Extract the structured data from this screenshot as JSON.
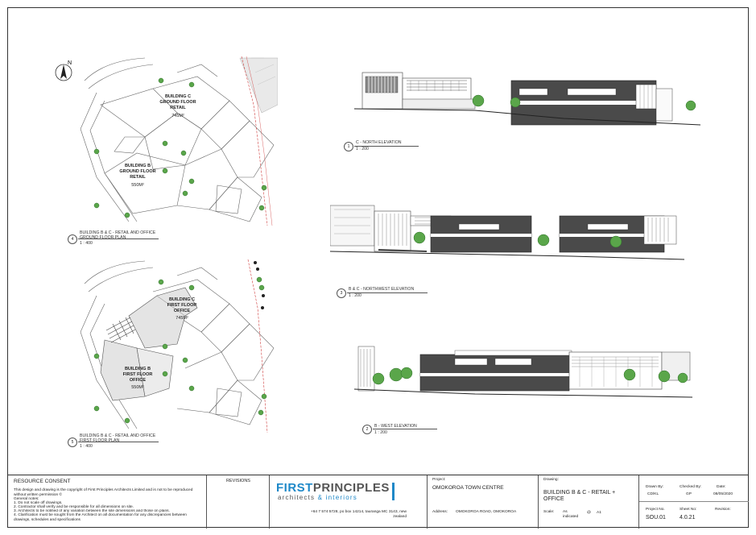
{
  "north_label": "N",
  "plans": [
    {
      "number": "4",
      "title": "BUILDING B & C - RETAIL AND OFFICE",
      "subtitle": "GROUND FLOOR PLAN",
      "scale": "1 : 400",
      "building_c": {
        "name": "BUILDING C",
        "use": "GROUND FLOOR",
        "use2": "RETAIL",
        "area": "745M²"
      },
      "building_b": {
        "name": "BUILDING B",
        "use": "GROUND FLOOR",
        "use2": "RETAIL",
        "area": "550M²"
      }
    },
    {
      "number": "5",
      "title": "BUILDING B & C - RETAIL AND OFFICE",
      "subtitle": "FIRST FLOOR PLAN",
      "scale": "1 : 400",
      "building_c": {
        "name": "BUILDING C",
        "use": "FIRST FLOOR",
        "use2": "OFFICE",
        "area": "745M²"
      },
      "building_b": {
        "name": "BUILDING B",
        "use": "FIRST FLOOR",
        "use2": "OFFICE",
        "area": "550M²"
      }
    }
  ],
  "elevations": [
    {
      "number": "1",
      "title": "C - NORTH ELEVATION",
      "scale": "1 : 200"
    },
    {
      "number": "3",
      "title": "B & C - NORTHWEST ELEVATION",
      "scale": "1 : 200"
    },
    {
      "number": "2",
      "title": "B - WEST ELEVATION",
      "scale": "1 : 200"
    }
  ],
  "title_block": {
    "resource_consent": "RESOURCE CONSENT",
    "copyright": "This design and drawing is the copyright of First Principles Architects Limited and is not to be reproduced without written permission ©",
    "general_notes_label": "General notes:",
    "notes": [
      "1. Do not scale off drawings.",
      "2. Contractor shall verify and be responsible for all dimensions on site.",
      "3. Architects to be notified of any variation between the site dimensions and those on plans.",
      "4. Clarification must be sought from the Architect on all documentation for any discrepancies between drawings, schedules and specifications"
    ],
    "revisions_label": "REVISIONS",
    "logo_first": "FIRST",
    "logo_principles": "PRINCIPLES",
    "logo_tagline_1": "architects",
    "logo_tagline_amp": "&",
    "logo_tagline_2": "interiors",
    "contact": "+64 7 574 5728, po box 14214, tauranga MC 3143, new zealand",
    "project_label": "Project:",
    "project": "OMOKOROA TOWN CENTRE",
    "address_label": "Address:",
    "address": "OMOKOROA ROAD, OMOKOROA",
    "drawing_label": "Drawing:",
    "drawing": "BUILDING B & C - RETAIL + OFFICE",
    "scale_label": "Scale:",
    "scale_value": "As indicated",
    "at_label": "@",
    "paper_size": "A1",
    "drawn_by_label": "Drawn By:",
    "drawn_by": "CD/KL",
    "checked_by_label": "Checked By:",
    "checked_by": "GP",
    "date_label": "Date:",
    "date": "08/05/2020",
    "project_no_label": "Project No.",
    "project_no": "SOU.01",
    "sheet_no_label": "Sheet No:",
    "sheet_no": "4.0.21",
    "revision_label": "Revision:",
    "revision": ""
  },
  "colors": {
    "tree": "#5aa64a",
    "tree_dark": "#2f6e2a",
    "dark_facade": "#4a4a4a",
    "logo_blue": "#1e88c8",
    "logo_grey": "#555555"
  }
}
